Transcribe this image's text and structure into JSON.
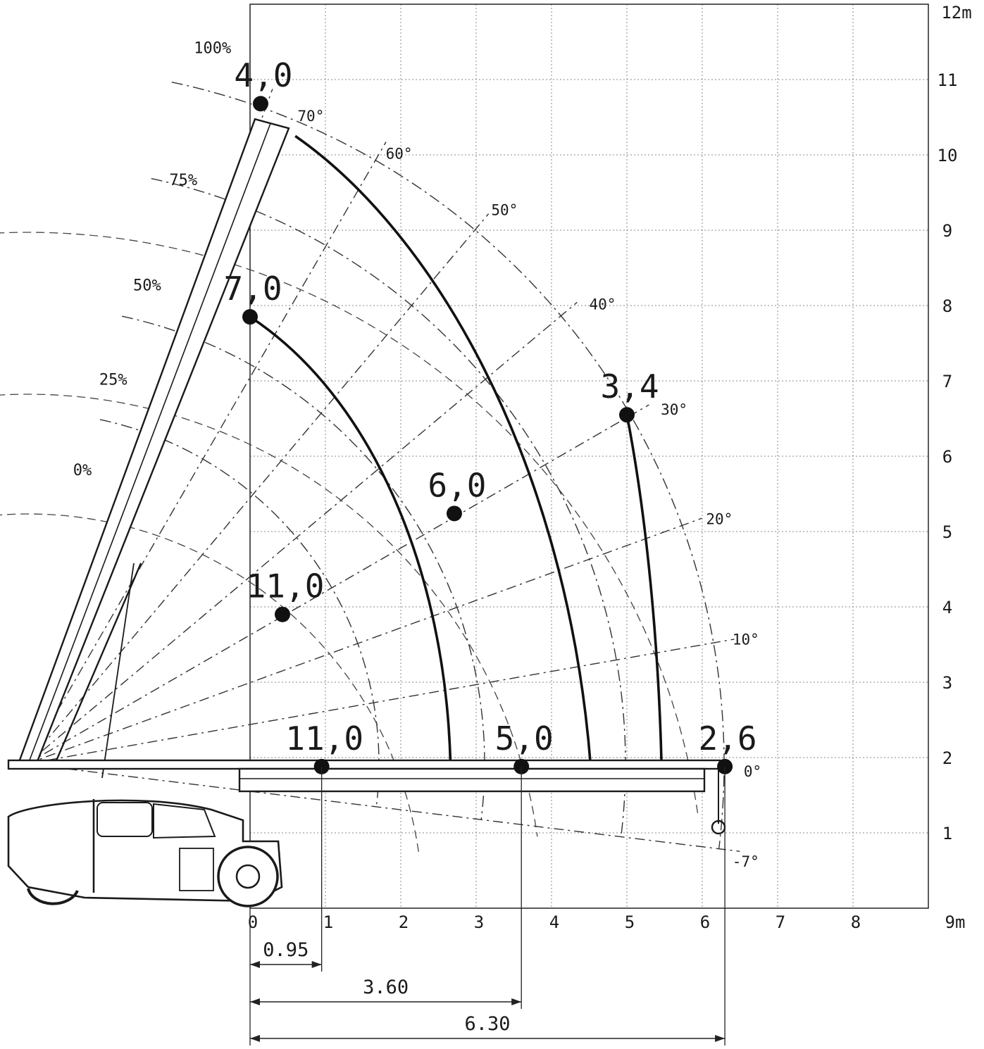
{
  "chart_data": {
    "type": "scatter",
    "x_unit": "9m",
    "y_unit": "12m",
    "xlim": [
      0,
      9
    ],
    "ylim": [
      0,
      12
    ],
    "x_ticks": [
      "0",
      "1",
      "2",
      "3",
      "4",
      "5",
      "6",
      "7",
      "8"
    ],
    "y_ticks": [
      "1",
      "2",
      "3",
      "4",
      "5",
      "6",
      "7",
      "8",
      "9",
      "10",
      "11"
    ],
    "grid": true,
    "extension_labels": [
      {
        "text": "100%",
        "x": -0.25,
        "y": 11.35
      },
      {
        "text": "75%",
        "x": -0.7,
        "y": 9.6
      },
      {
        "text": "50%",
        "x": -1.18,
        "y": 8.2
      },
      {
        "text": "25%",
        "x": -1.63,
        "y": 6.95
      },
      {
        "text": "0%",
        "x": -2.1,
        "y": 5.75
      }
    ],
    "angle_labels": [
      {
        "text": "70°",
        "x": 0.63,
        "y": 10.45
      },
      {
        "text": "60°",
        "x": 1.8,
        "y": 9.95
      },
      {
        "text": "50°",
        "x": 3.2,
        "y": 9.2
      },
      {
        "text": "40°",
        "x": 4.5,
        "y": 7.95
      },
      {
        "text": "30°",
        "x": 5.45,
        "y": 6.55
      },
      {
        "text": "20°",
        "x": 6.05,
        "y": 5.1
      },
      {
        "text": "10°",
        "x": 6.4,
        "y": 3.5
      },
      {
        "text": "0°",
        "x": 6.55,
        "y": 1.75
      },
      {
        "text": "-7°",
        "x": 6.4,
        "y": 0.55
      }
    ],
    "load_points": [
      {
        "label": "4,0",
        "x": 0.14,
        "y": 10.68
      },
      {
        "label": "7,0",
        "x": 0.0,
        "y": 7.85
      },
      {
        "label": "11,0",
        "x": 0.43,
        "y": 3.9
      },
      {
        "label": "6,0",
        "x": 2.71,
        "y": 5.24
      },
      {
        "label": "3,4",
        "x": 5.0,
        "y": 6.55
      },
      {
        "label": "11,0",
        "x": 0.95,
        "y": 1.88
      },
      {
        "label": "5,0",
        "x": 3.6,
        "y": 1.88
      },
      {
        "label": "2,6",
        "x": 6.3,
        "y": 1.88
      }
    ],
    "dimensions": [
      {
        "text": "0.95",
        "value": 0.95
      },
      {
        "text": "3.60",
        "value": 3.6
      },
      {
        "text": "6.30",
        "value": 6.3
      }
    ]
  }
}
